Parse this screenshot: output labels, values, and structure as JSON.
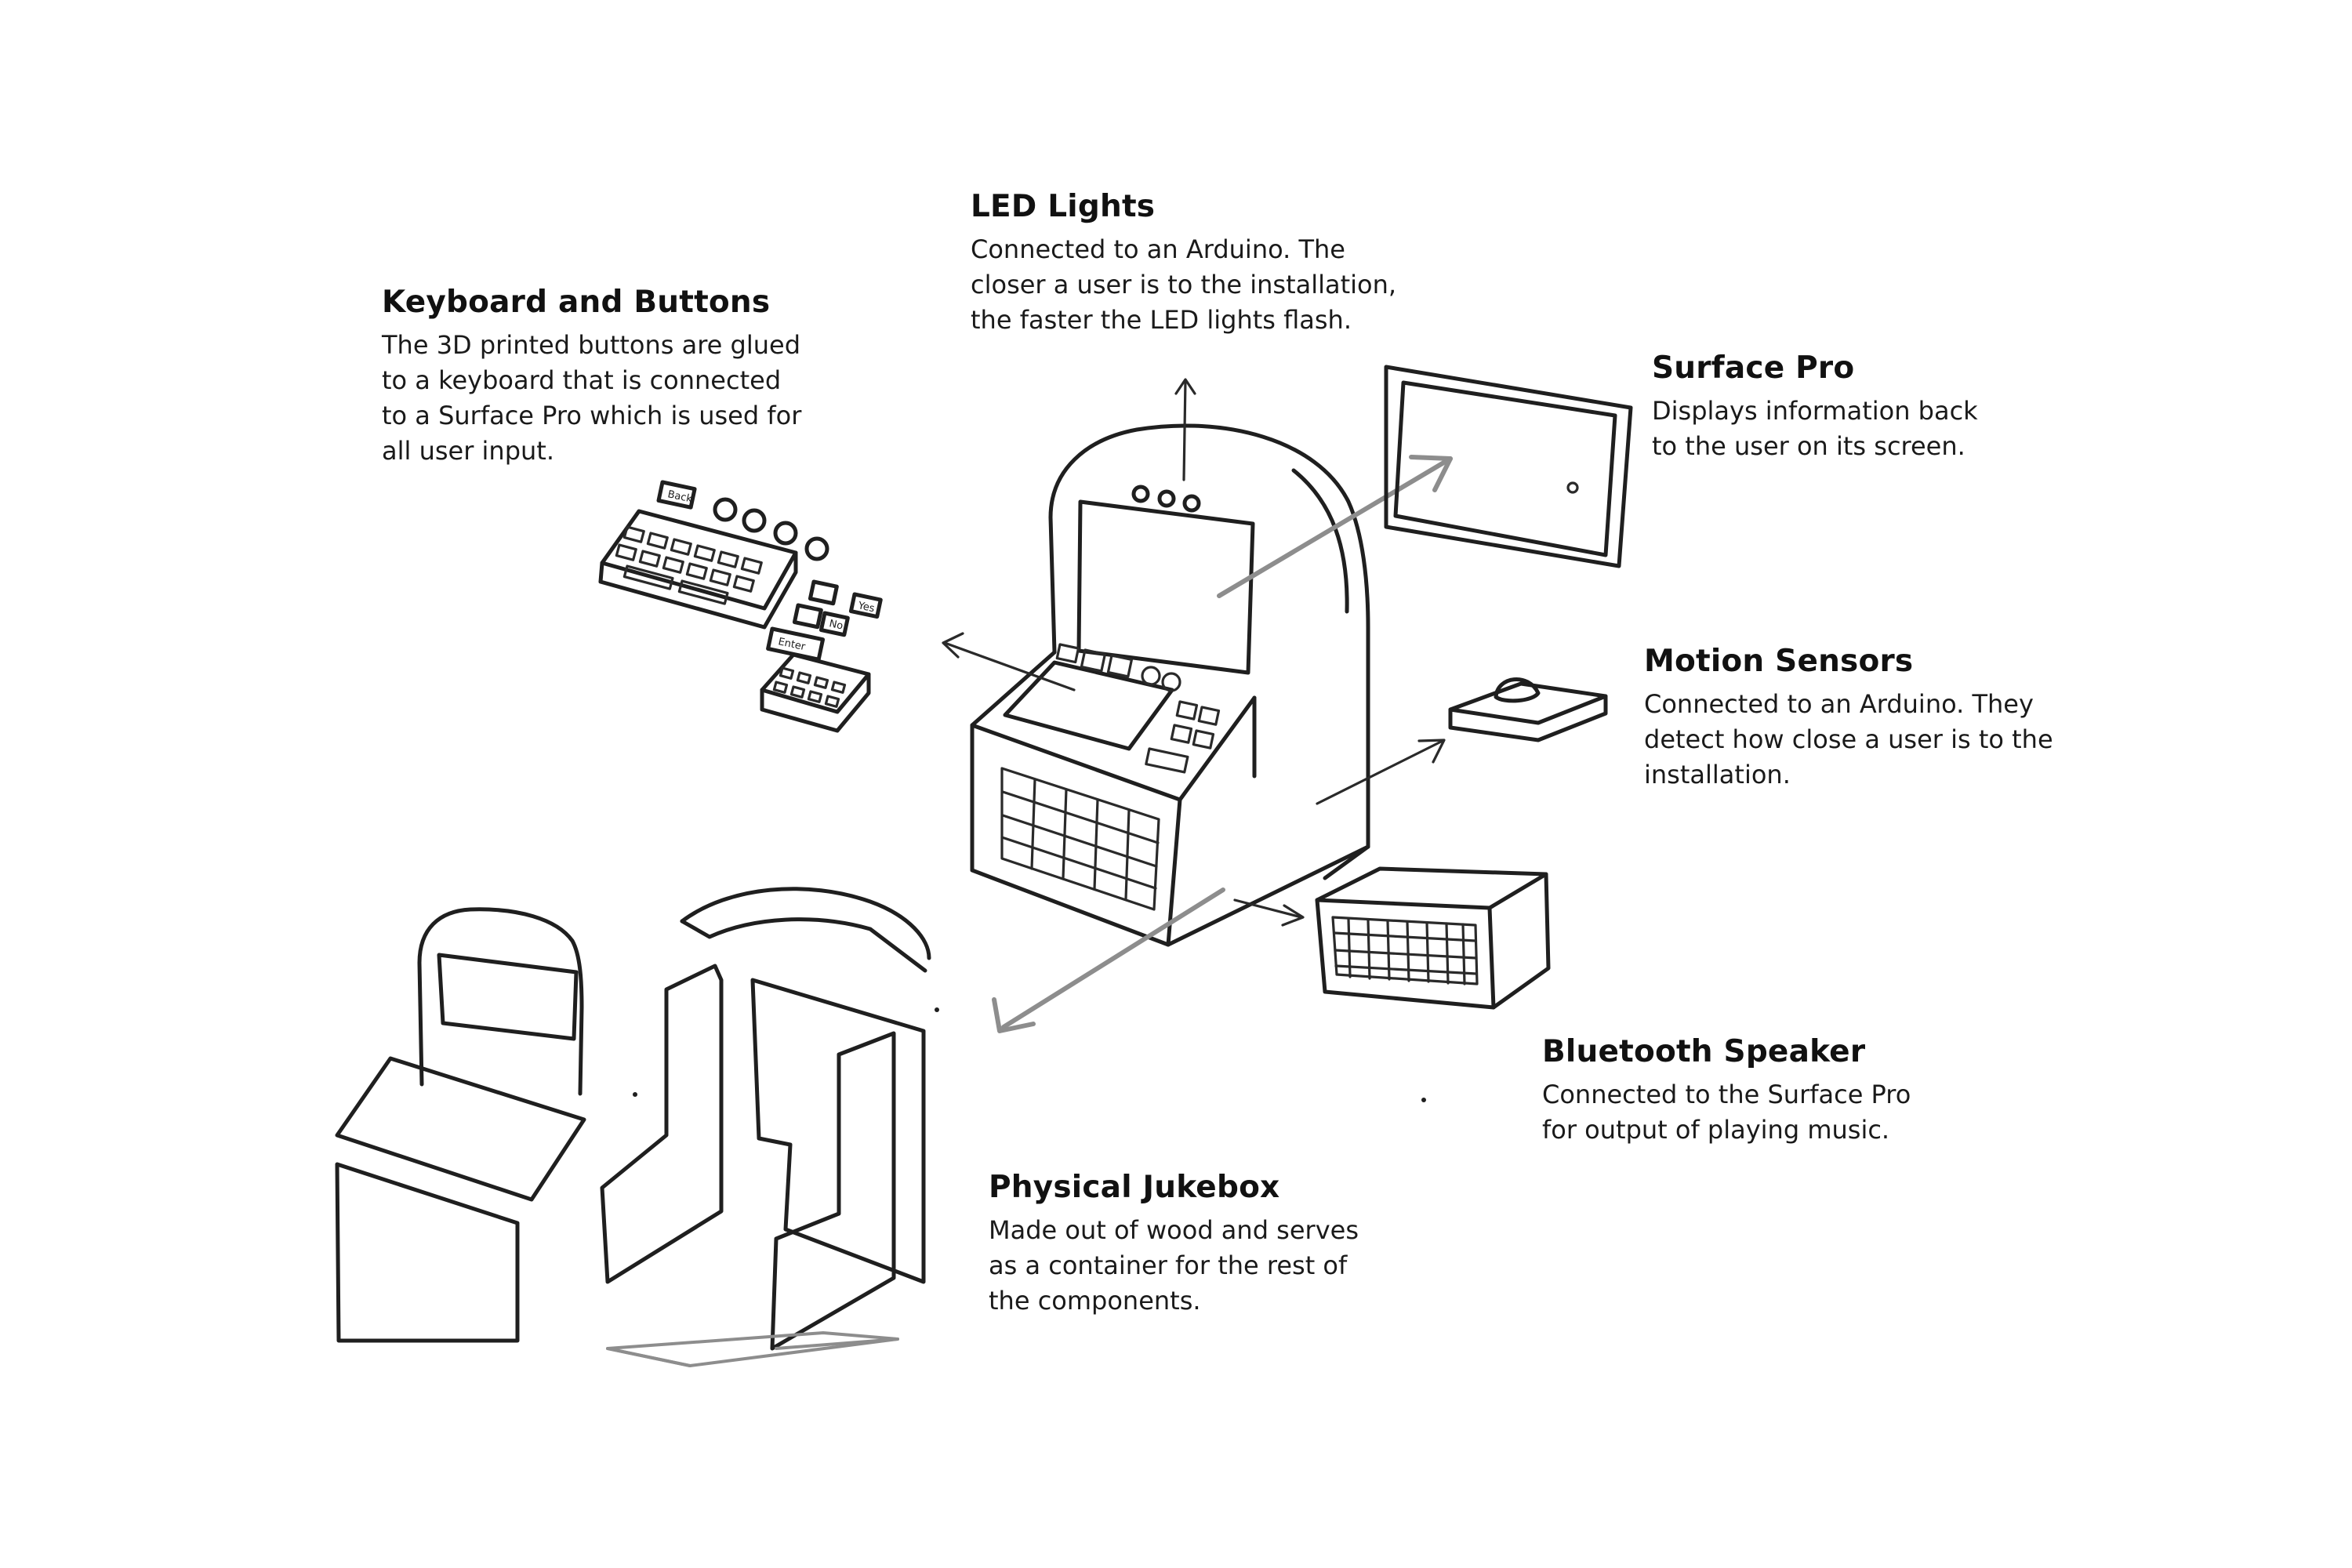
{
  "callouts": {
    "led": {
      "title": "LED Lights",
      "lines": [
        "Connected to an Arduino. The",
        "closer a user is to the installation,",
        "the faster the LED lights flash."
      ]
    },
    "keyboard": {
      "title": "Keyboard and Buttons",
      "lines": [
        "The 3D printed buttons are glued",
        "to a keyboard that is connected",
        "to a Surface Pro which is used for",
        "all user input."
      ]
    },
    "surface": {
      "title": "Surface Pro",
      "lines": [
        "Displays information back",
        "to the user on its screen."
      ]
    },
    "motion": {
      "title": "Motion Sensors",
      "lines": [
        "Connected to an Arduino. They",
        "detect how close a user is to the",
        "installation."
      ]
    },
    "speaker": {
      "title": "Bluetooth Speaker",
      "lines": [
        "Connected to the Surface Pro",
        "for output of playing music."
      ]
    },
    "jukebox": {
      "title": "Physical Jukebox",
      "lines": [
        "Made out of wood and serves",
        "as a container for the rest of",
        "the components."
      ]
    }
  },
  "sketch_labels": {
    "back_key": "Back",
    "enter_key": "Enter",
    "yes_key": "Yes",
    "no_key": "No"
  }
}
